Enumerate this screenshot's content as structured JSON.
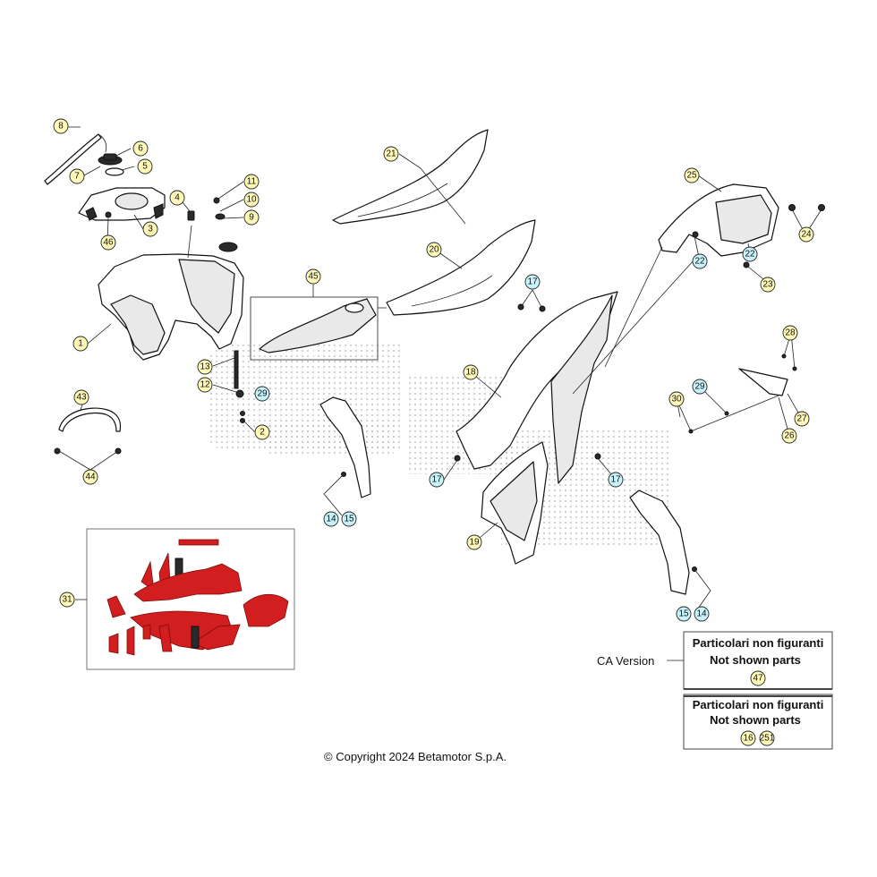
{
  "callouts": [
    {
      "n": "8",
      "style": "yellow"
    },
    {
      "n": "6",
      "style": "yellow"
    },
    {
      "n": "5",
      "style": "yellow"
    },
    {
      "n": "7",
      "style": "yellow"
    },
    {
      "n": "4",
      "style": "yellow"
    },
    {
      "n": "3",
      "style": "yellow"
    },
    {
      "n": "46",
      "style": "yellow"
    },
    {
      "n": "11",
      "style": "yellow"
    },
    {
      "n": "10",
      "style": "yellow"
    },
    {
      "n": "9",
      "style": "yellow"
    },
    {
      "n": "1",
      "style": "yellow"
    },
    {
      "n": "13",
      "style": "yellow"
    },
    {
      "n": "12",
      "style": "yellow"
    },
    {
      "n": "29",
      "style": "cyan"
    },
    {
      "n": "2",
      "style": "yellow"
    },
    {
      "n": "43",
      "style": "yellow"
    },
    {
      "n": "44",
      "style": "yellow"
    },
    {
      "n": "45",
      "style": "yellow"
    },
    {
      "n": "21",
      "style": "yellow"
    },
    {
      "n": "20",
      "style": "yellow"
    },
    {
      "n": "17",
      "style": "cyan"
    },
    {
      "n": "18",
      "style": "yellow"
    },
    {
      "n": "17",
      "style": "cyan"
    },
    {
      "n": "17",
      "style": "cyan"
    },
    {
      "n": "19",
      "style": "yellow"
    },
    {
      "n": "14",
      "style": "cyan"
    },
    {
      "n": "15",
      "style": "cyan"
    },
    {
      "n": "25",
      "style": "yellow"
    },
    {
      "n": "24",
      "style": "yellow"
    },
    {
      "n": "22",
      "style": "cyan"
    },
    {
      "n": "22",
      "style": "cyan"
    },
    {
      "n": "23",
      "style": "yellow"
    },
    {
      "n": "28",
      "style": "yellow"
    },
    {
      "n": "29",
      "style": "cyan"
    },
    {
      "n": "30",
      "style": "yellow"
    },
    {
      "n": "27",
      "style": "yellow"
    },
    {
      "n": "26",
      "style": "yellow"
    },
    {
      "n": "15",
      "style": "cyan"
    },
    {
      "n": "14",
      "style": "cyan"
    },
    {
      "n": "31",
      "style": "yellow"
    }
  ],
  "ca_version": {
    "label": "CA Version",
    "line1": "Particolari non figuranti",
    "line2": "Not shown parts",
    "parts": [
      "47"
    ]
  },
  "not_shown": {
    "line1": "Particolari non figuranti",
    "line2": "Not shown parts",
    "parts": [
      "16",
      "251"
    ]
  },
  "copyright": "© Copyright 2024 Betamotor S.p.A.",
  "colors": {
    "callout_yellow": "#fff9b8",
    "callout_cyan": "#c9f3fb",
    "decal_red": "#d21e1e"
  }
}
